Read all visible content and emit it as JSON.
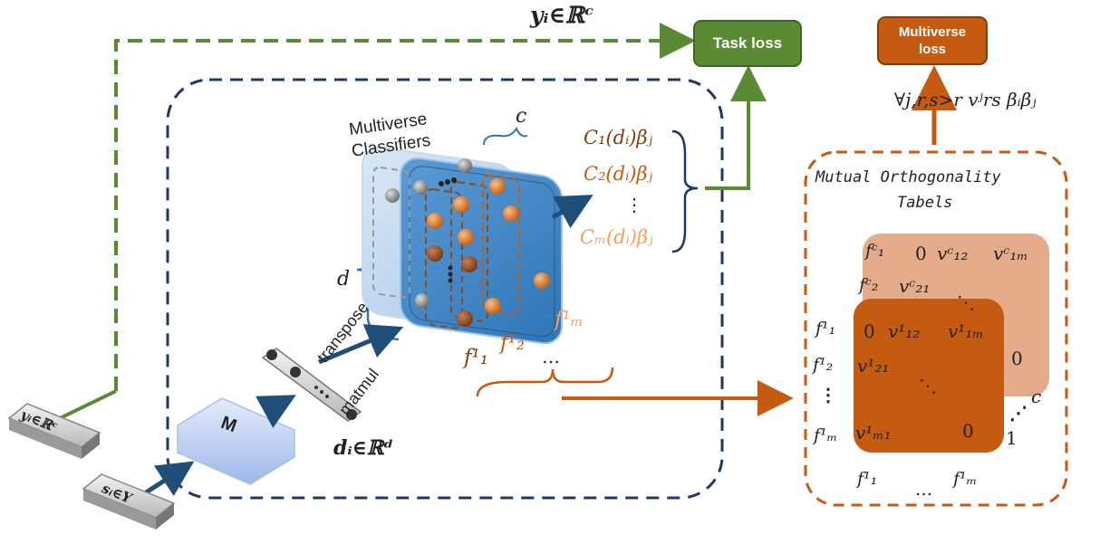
{
  "labels": {
    "label_y": "yᵢ∈ℝᶜ",
    "task_loss": "Task loss",
    "multiverse_loss": "Multiverse loss",
    "multiverse_formula": "∀j,r,s>r vʲrs βᵢβⱼ",
    "multiverse_classifiers": "Multiverse Classifiers",
    "c_label": "c",
    "d_label": "d",
    "classifier_outputs": [
      "C₁(dᵢ)βⱼ",
      "C₂(dᵢ)βⱼ",
      "⋮",
      "Cₘ(dᵢ)βⱼ"
    ],
    "f_labels": [
      "f¹₁",
      "f¹₂",
      "…",
      "f¹ₘ"
    ],
    "transpose": "transpose",
    "matmul": "matmul",
    "model_M": "M",
    "d_vector": "dᵢ∈ℝᵈ",
    "input_y": "yᵢ∈ℝᶜ",
    "input_s": "sᵢ∈Y",
    "mutual_title_1": "Mutual Orthogonality",
    "mutual_title_2": "Tabels"
  },
  "back_table": {
    "row_labels": [
      "fᶜ₁",
      "fᶜ₂"
    ],
    "cells": [
      "0",
      "vᶜ₁₂",
      "vᶜ₁ₘ",
      "vᶜ₂₁",
      "⋱",
      "0"
    ]
  },
  "front_table": {
    "row_labels": [
      "f¹₁",
      "f¹₂",
      "⋮",
      "f¹ₘ"
    ],
    "cells": [
      "0",
      "v¹₁₂",
      "v¹₁ₘ",
      "v¹₂₁",
      "⋱",
      "v¹ₘ₁",
      "0"
    ],
    "col_labels": [
      "f¹₁",
      "…",
      "f¹ₘ"
    ],
    "depth_labels": [
      "⋰",
      "c",
      "1"
    ]
  },
  "colors": {
    "green": "#5a8a34",
    "orange": "#c55a11",
    "orange_light": "#e4ac8a",
    "navy": "#1f3864",
    "blue": "#2e75b6"
  }
}
